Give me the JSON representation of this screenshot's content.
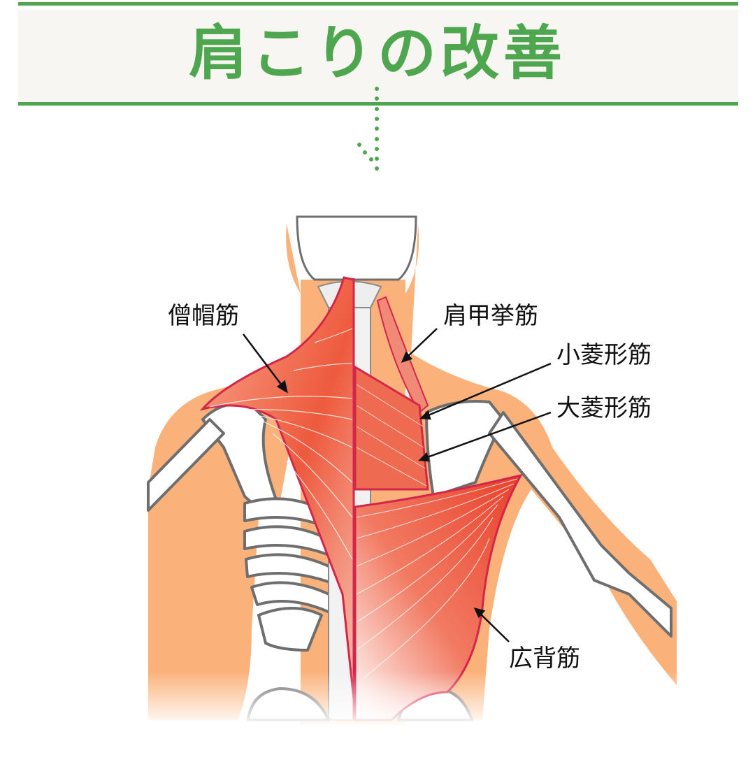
{
  "header": {
    "title": "肩こりの改善",
    "accent_color": "#4ea64f",
    "band_color": "#f8f6f2"
  },
  "diagram": {
    "subject": "back muscles anatomy illustration",
    "colors": {
      "skin": "#fbb27a",
      "bone": "#ffffff",
      "bone_outline": "#6e6e6e",
      "muscle": "#ee5a3e",
      "muscle_outline": "#d3264a"
    },
    "labels": [
      {
        "id": "trapezius",
        "text": "僧帽筋"
      },
      {
        "id": "levator-scapulae",
        "text": "肩甲挙筋"
      },
      {
        "id": "rhomboid-minor",
        "text": "小菱形筋"
      },
      {
        "id": "rhomboid-major",
        "text": "大菱形筋"
      },
      {
        "id": "latissimus-dorsi",
        "text": "広背筋"
      }
    ]
  }
}
